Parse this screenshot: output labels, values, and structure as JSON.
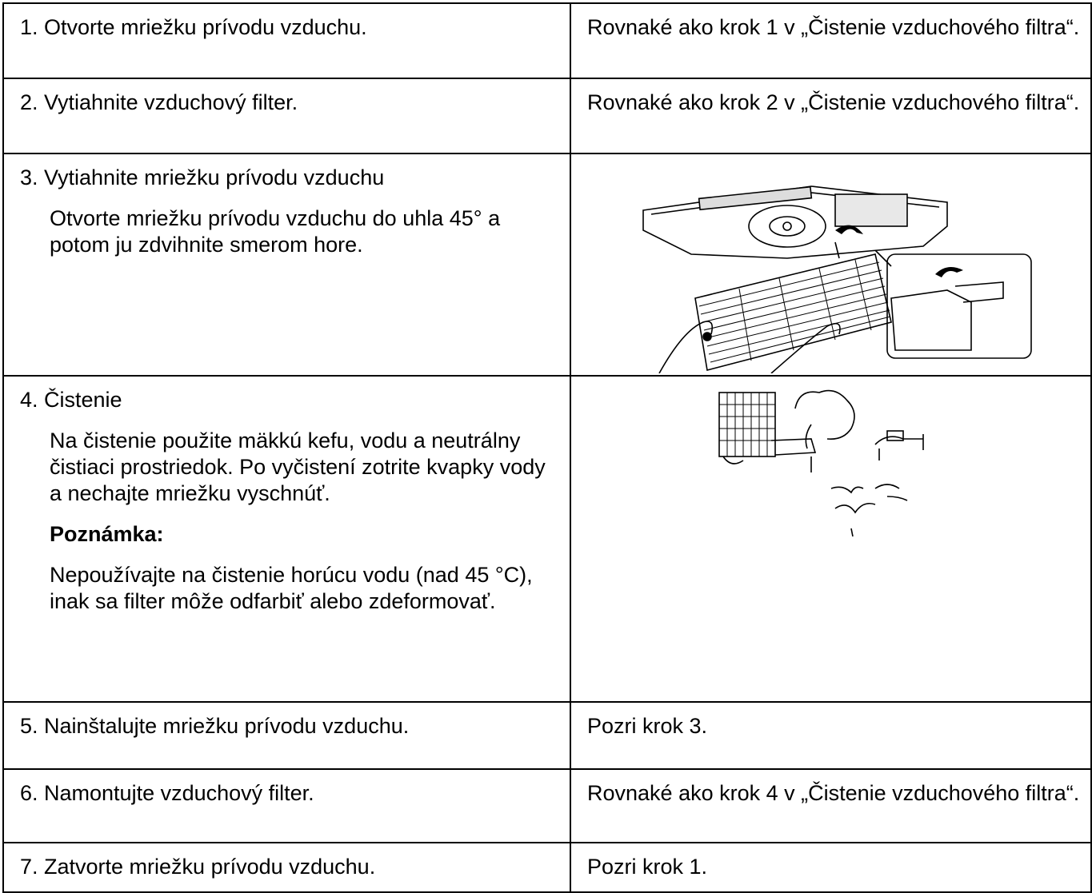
{
  "rows": [
    {
      "step": "1. Otvorte mriežku prívodu vzduchu.",
      "right": "Rovnaké ako krok 1 v „Čistenie vzduchového filtra“."
    },
    {
      "step": "2. Vytiahnite vzduchový filter.",
      "right": "Rovnaké ako krok 2 v „Čistenie vzduchového filtra“."
    },
    {
      "step": "3. Vytiahnite mriežku prívodu vzduchu",
      "detail": "Otvorte mriežku prívodu vzduchu do uhla 45° a potom ju zdvihnite smerom hore.",
      "illustration": "ceiling-unit-grille-removal-illustration"
    },
    {
      "step": "4. Čistenie",
      "detail": "Na čistenie použite mäkkú kefu, vodu a neutrálny čistiaci prostriedok. Po vyčistení zotrite kvapky vody a nechajte mriežku vyschnúť.",
      "note_title": "Poznámka:",
      "note_text": "Nepoužívajte na čistenie horúcu vodu (nad 45 °C), inak sa filter môže odfarbiť alebo zdeformovať.",
      "illustration": "person-washing-grille-illustration"
    },
    {
      "step": "5. Nainštalujte mriežku prívodu vzduchu.",
      "right": "Pozri krok 3."
    },
    {
      "step": "6. Namontujte vzduchový filter.",
      "right": "Rovnaké ako krok 4 v „Čistenie vzduchového filtra“."
    },
    {
      "step": "7. Zatvorte mriežku prívodu vzduchu.",
      "right": "Pozri krok 1."
    }
  ]
}
